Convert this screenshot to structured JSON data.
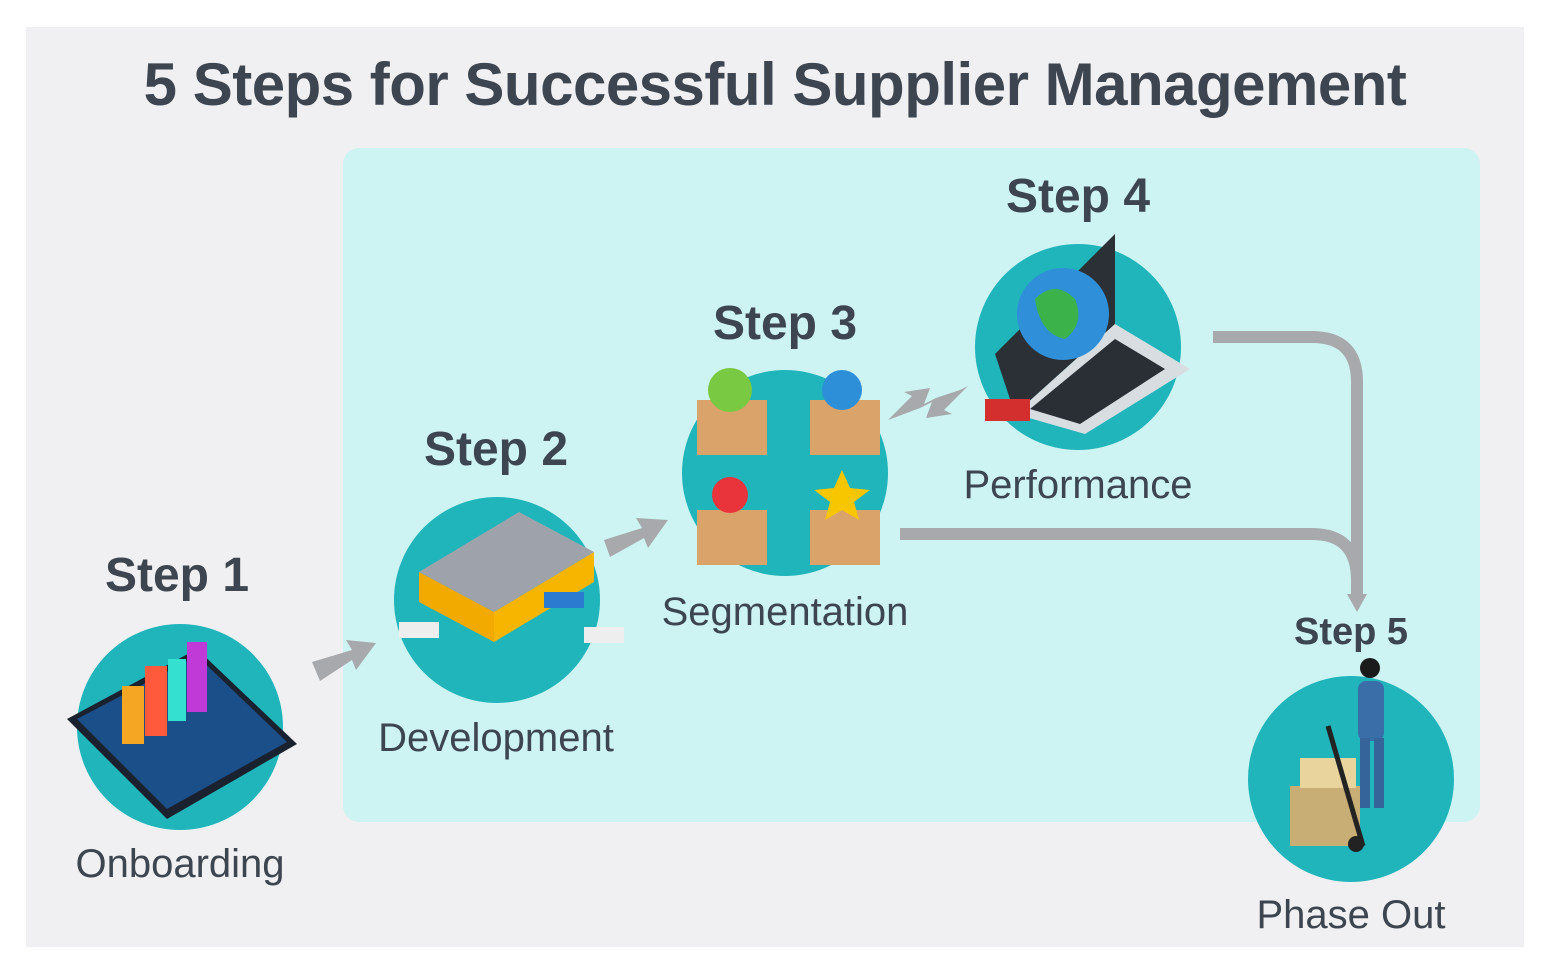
{
  "title": "5 Steps for Successful Supplier Management",
  "steps": [
    {
      "label": "Step 1",
      "name": "Onboarding",
      "icon": "smartphone-chart-icon"
    },
    {
      "label": "Step 2",
      "name": "Development",
      "icon": "warehouse-icon"
    },
    {
      "label": "Step 3",
      "name": "Segmentation",
      "icon": "boxes-icon"
    },
    {
      "label": "Step 4",
      "name": "Performance",
      "icon": "laptop-globe-icon"
    },
    {
      "label": "Step 5",
      "name": "Phase Out",
      "icon": "worker-hand-truck-icon"
    }
  ],
  "colors": {
    "background": "#f0f0f2",
    "panel": "#cdf3f2",
    "circle": "#1fb5bb",
    "text": "#3c4550",
    "arrow": "#a7a9ad"
  }
}
